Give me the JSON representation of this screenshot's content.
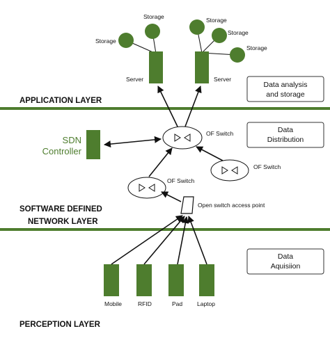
{
  "colors": {
    "green": "#4e7d2e",
    "accent_line": "#4e7d2e",
    "text": "#111111"
  },
  "layers": {
    "application": "APPLICATION LAYER",
    "sdn_line1": "SOFTWARE DEFINED",
    "sdn_line2": "NETWORK LAYER",
    "perception": "PERCEPTION LAYER"
  },
  "boxes": {
    "data_analysis_line1": "Data analysis",
    "data_analysis_line2": "and storage",
    "data_distribution_line1": "Data",
    "data_distribution_line2": "Distribution",
    "data_acquisition_line1": "Data",
    "data_acquisition_line2": "Aquisiion"
  },
  "controller": {
    "line1": "SDN",
    "line2": "Controller"
  },
  "labels": {
    "storage": "Storage",
    "server": "Server",
    "of_switch": "OF Switch",
    "access_point": "Open switch access point",
    "mobile": "Mobile",
    "rfid": "RFID",
    "pad": "Pad",
    "laptop": "Laptop"
  }
}
